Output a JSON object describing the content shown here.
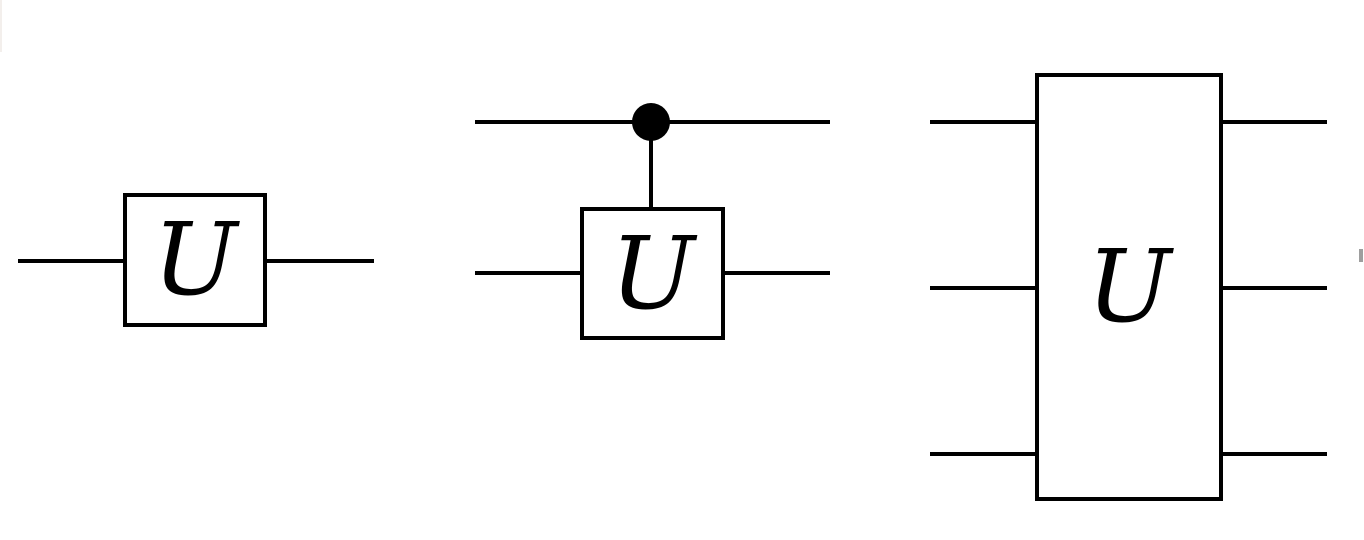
{
  "canvas": {
    "background": "#ffffff",
    "line_color": "#000000"
  },
  "diagrams": [
    {
      "name": "single-qubit-unitary-gate",
      "gate_label": "U",
      "wires": 1,
      "has_control_dot": false
    },
    {
      "name": "controlled-unitary-gate",
      "gate_label": "U",
      "wires": 2,
      "has_control_dot": true
    },
    {
      "name": "three-qubit-unitary-gate",
      "gate_label": "U",
      "wires": 3,
      "has_control_dot": false
    }
  ],
  "artifacts": {
    "left_edge_sliver_color": "#f3efec",
    "right_edge_tick_color": "#9e9e9e"
  }
}
